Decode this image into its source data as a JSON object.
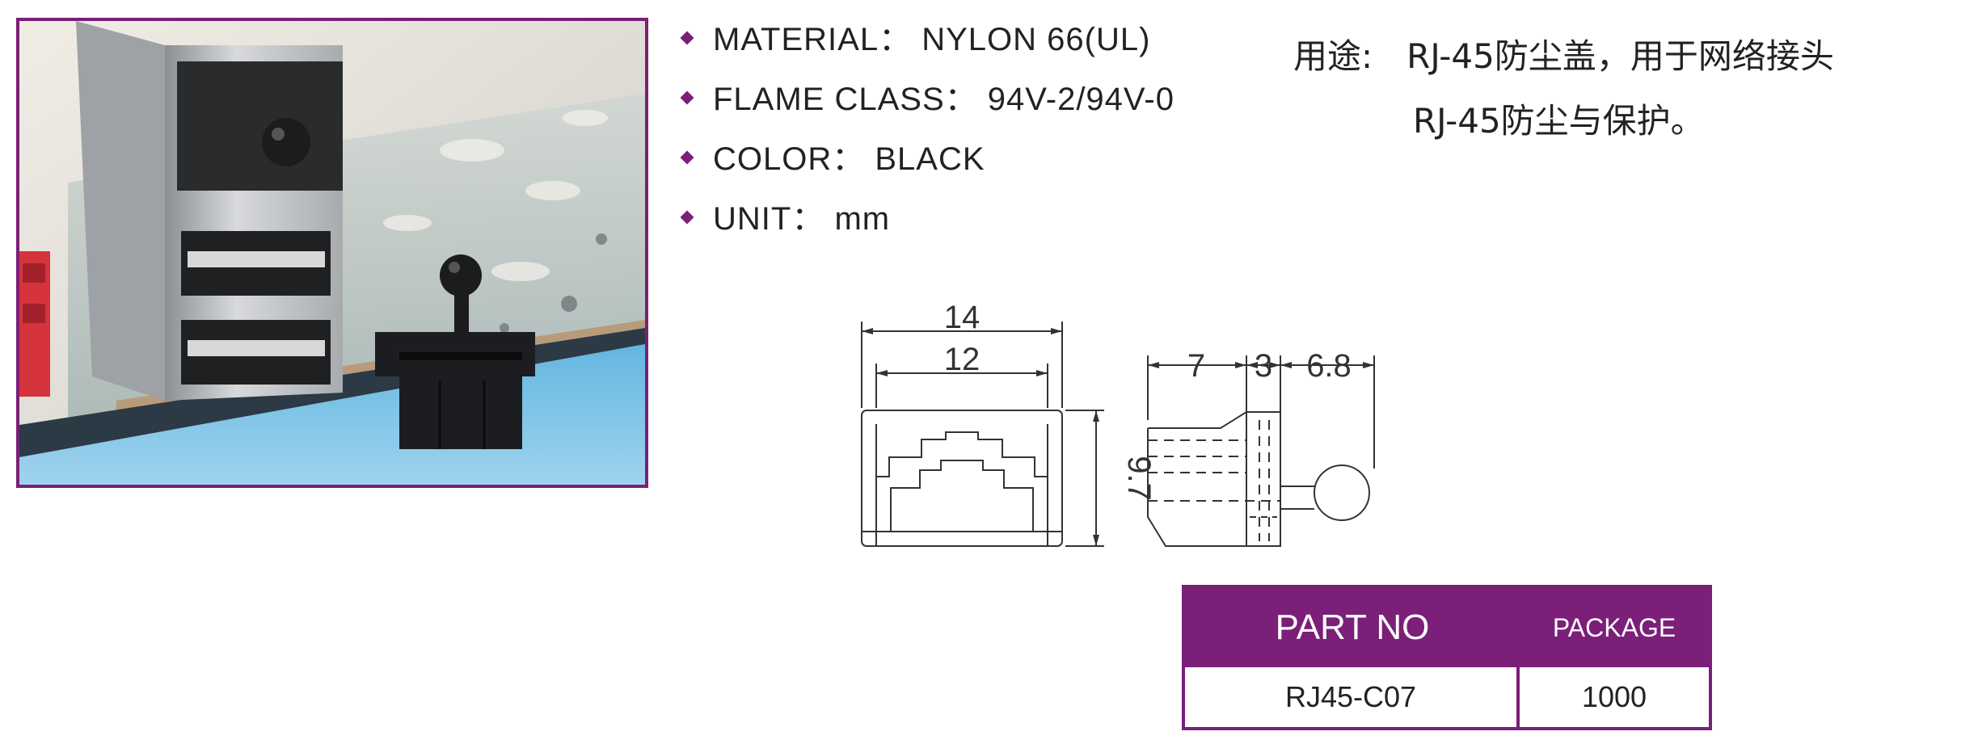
{
  "specs": [
    {
      "label": "MATERIAL：",
      "value": "NYLON 66(UL)"
    },
    {
      "label": "FLAME CLASS：",
      "value": "94V-2/94V-0"
    },
    {
      "label": "COLOR：",
      "value": "BLACK"
    },
    {
      "label": "UNIT：",
      "value": "mm"
    }
  ],
  "usage": {
    "label": "用途:",
    "line1": "RJ-45防尘盖，用于网络接头",
    "line2": "RJ-45防尘与保护。"
  },
  "drawing": {
    "front_width_outer": "14",
    "front_width_inner": "12",
    "front_height": "9.7",
    "side_dim_1": "7",
    "side_dim_2": "3",
    "side_dim_3": "6.8"
  },
  "table": {
    "header_part": "PART NO",
    "header_package": "PACKAGE",
    "part_no": "RJ45-C07",
    "package": "1000"
  },
  "colors": {
    "accent": "#7b1f78"
  }
}
